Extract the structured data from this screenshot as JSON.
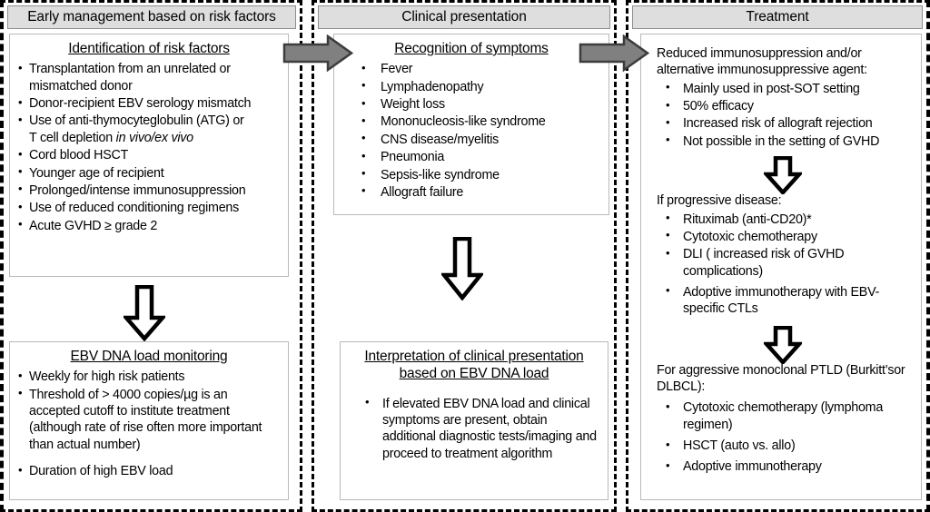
{
  "columns": [
    {
      "id": "early-management",
      "header": "Early management based on risk factors",
      "panels": [
        {
          "title": "Identification of risk factors",
          "items": [
            "Transplantation from an unrelated or mismatched donor",
            "Donor-recipient EBV serology mismatch",
            "Use of anti-thymocyteglobulin (ATG) or T cell depletion in vivo/ex vivo",
            "Cord blood HSCT",
            "Younger age of recipient",
            "Prolonged/intense immunosuppression",
            "Use of reduced conditioning regimens",
            "Acute GVHD ≥ grade 2"
          ]
        },
        {
          "title": "EBV DNA load monitoring",
          "items": [
            "Weekly for high risk patients",
            "Threshold of > 4000 copies/µg is an accepted cutoff to institute treatment (although rate of rise  often more important than actual number)",
            "Duration of high EBV load"
          ]
        }
      ]
    },
    {
      "id": "clinical-presentation",
      "header": "Clinical presentation",
      "panels": [
        {
          "title": "Recognition of symptoms",
          "items": [
            "Fever",
            "Lymphadenopathy",
            "Weight loss",
            "Mononucleosis-like syndrome",
            "CNS disease/myelitis",
            "Pneumonia",
            "Sepsis-like syndrome",
            "Allograft failure"
          ]
        },
        {
          "title": "Interpretation of clinical presentation based on EBV DNA load",
          "items": [
            "If elevated EBV DNA load and clinical symptoms are present, obtain additional diagnostic tests/imaging and proceed to treatment algorithm"
          ]
        }
      ]
    },
    {
      "id": "treatment",
      "header": "Treatment",
      "sections": [
        {
          "lead": "Reduced immunosuppression and/or alternative immunosuppressive agent:",
          "items": [
            "Mainly used in post-SOT setting",
            "50% efficacy",
            "Increased risk of allograft rejection",
            "Not possible in the setting of GVHD"
          ]
        },
        {
          "lead": "If progressive disease:",
          "items": [
            "Rituximab (anti-CD20)*",
            "Cytotoxic chemotherapy",
            "DLI ( increased risk of GVHD complications)",
            "Adoptive immunotherapy with EBV-specific CTLs"
          ]
        },
        {
          "lead": "For aggressive monoclonal PTLD (Burkitt’sor DLBCL):",
          "items": [
            "Cytotoxic chemotherapy (lymphoma regimen)",
            "HSCT (auto vs. allo)",
            "Adoptive immunotherapy"
          ]
        }
      ]
    }
  ],
  "arrows": {
    "right_arrow_1_name": "flow-arrow-risk-to-clinical",
    "right_arrow_2_name": "flow-arrow-clinical-to-treatment",
    "down_arrow_col1_name": "flow-arrow-risk-to-monitoring",
    "down_arrow_col2_name": "flow-arrow-symptoms-to-interpretation",
    "down_arrow_col3_a_name": "flow-arrow-treatment-step1-to-step2",
    "down_arrow_col3_b_name": "flow-arrow-treatment-step2-to-step3"
  },
  "colors": {
    "header_fill": "#dedede",
    "header_border": "#8f8f8f",
    "panel_border": "#b9b9b9",
    "arrow_fill": "#808080",
    "arrow_stroke": "#3c3c3c",
    "outline": "#000000",
    "background": "#ffffff"
  }
}
